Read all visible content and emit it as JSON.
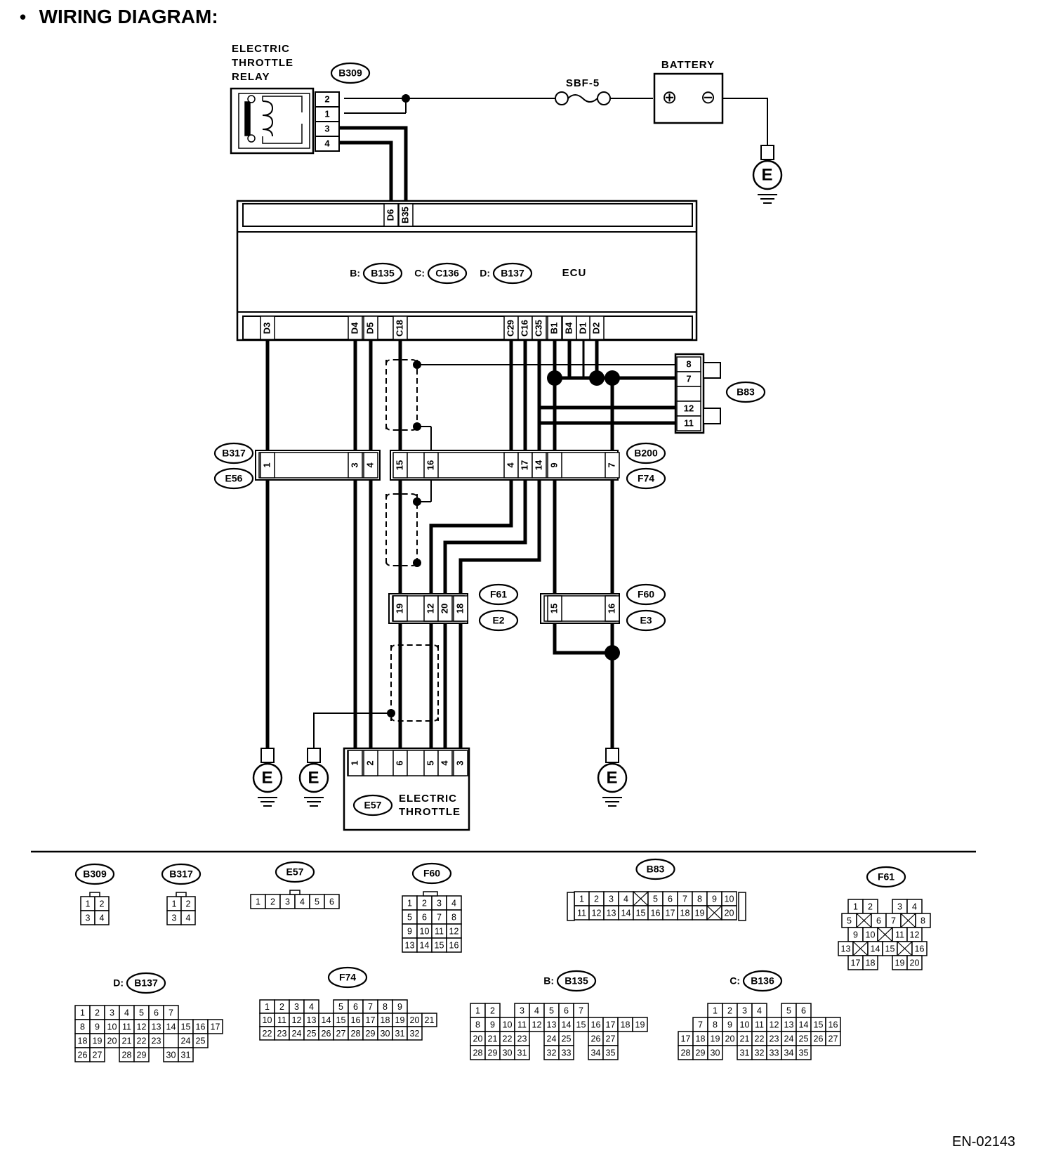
{
  "title": "WIRING DIAGRAM:",
  "doc_id": "EN-02143",
  "components": {
    "relay": {
      "label": [
        "ELECTRIC",
        "THROTTLE",
        "RELAY"
      ],
      "connector": "B309",
      "pins": [
        "2",
        "1",
        "3",
        "4"
      ]
    },
    "fuse": {
      "label": "SBF-5"
    },
    "battery": {
      "label": "BATTERY",
      "plus": "⊕",
      "minus": "⊖"
    },
    "ecu": {
      "label": "ECU",
      "connectors": [
        {
          "prefix": "B:",
          "name": "B135"
        },
        {
          "prefix": "C:",
          "name": "C136"
        },
        {
          "prefix": "D:",
          "name": "B137"
        }
      ],
      "top_pins": [
        "D6",
        "B35"
      ],
      "bottom_pins": [
        "D3",
        "D4",
        "D5",
        "C18",
        "C29",
        "C16",
        "C35",
        "B1",
        "B4",
        "D1",
        "D2"
      ]
    },
    "b83": {
      "name": "B83",
      "pins": [
        "8",
        "7",
        "",
        "12",
        "11"
      ]
    },
    "b317": {
      "names": [
        "B317",
        "E56"
      ],
      "pins": [
        "1",
        "3",
        "4"
      ]
    },
    "b200": {
      "names": [
        "B200",
        "F74"
      ],
      "pins": [
        "15",
        "16",
        "4",
        "17",
        "14",
        "9",
        "7"
      ]
    },
    "f61": {
      "names": [
        "F61",
        "E2"
      ],
      "pins": [
        "19",
        "12",
        "20",
        "18"
      ]
    },
    "f60": {
      "names": [
        "F60",
        "E3"
      ],
      "pins": [
        "15",
        "16"
      ]
    },
    "throttle": {
      "name": "E57",
      "label": [
        "ELECTRIC",
        "THROTTLE"
      ],
      "pins": [
        "1",
        "2",
        "6",
        "5",
        "4",
        "3"
      ]
    },
    "ground": "E"
  },
  "connector_views": {
    "b309": {
      "name": "B309",
      "rows": [
        [
          "1",
          "2"
        ],
        [
          "3",
          "4"
        ]
      ]
    },
    "b317": {
      "name": "B317",
      "rows": [
        [
          "1",
          "2"
        ],
        [
          "3",
          "4"
        ]
      ]
    },
    "e57": {
      "name": "E57",
      "rows": [
        [
          "1",
          "2",
          "3",
          "4",
          "5",
          "6"
        ]
      ]
    },
    "f60": {
      "name": "F60",
      "rows": [
        [
          "1",
          "2",
          "3",
          "4"
        ],
        [
          "5",
          "6",
          "7",
          "8"
        ],
        [
          "9",
          "10",
          "11",
          "12"
        ],
        [
          "13",
          "14",
          "15",
          "16"
        ]
      ]
    },
    "b83": {
      "name": "B83",
      "rows": [
        [
          "1",
          "2",
          "3",
          "4",
          "X",
          "5",
          "6",
          "7",
          "8",
          "9",
          "10"
        ],
        [
          "11",
          "12",
          "13",
          "14",
          "15",
          "16",
          "17",
          "18",
          "19",
          "X",
          "20"
        ]
      ]
    },
    "f61": {
      "name": "F61",
      "rows": [
        [
          "1",
          "2",
          "",
          "3",
          "4"
        ],
        [
          "5",
          "X",
          "6",
          "7",
          "X",
          "8"
        ],
        [
          "9",
          "10",
          "X",
          "11",
          "12"
        ],
        [
          "13",
          "X",
          "14",
          "15",
          "X",
          "16"
        ],
        [
          "17",
          "18",
          "",
          "19",
          "20"
        ]
      ]
    },
    "b137": {
      "prefix": "D:",
      "name": "B137",
      "rows": [
        [
          "1",
          "2",
          "3",
          "4",
          "5",
          "6",
          "7"
        ],
        [
          "8",
          "9",
          "10",
          "11",
          "12",
          "13",
          "14",
          "15",
          "16",
          "17"
        ],
        [
          "18",
          "19",
          "20",
          "21",
          "22",
          "23",
          "",
          "24",
          "25"
        ],
        [
          "26",
          "27",
          "",
          "28",
          "29",
          "",
          "30",
          "31"
        ]
      ]
    },
    "f74": {
      "name": "F74",
      "rows": [
        [
          "1",
          "2",
          "3",
          "4",
          "",
          "5",
          "6",
          "7",
          "8",
          "9"
        ],
        [
          "10",
          "11",
          "12",
          "13",
          "14",
          "15",
          "16",
          "17",
          "18",
          "19",
          "20",
          "21"
        ],
        [
          "22",
          "23",
          "24",
          "25",
          "26",
          "27",
          "28",
          "29",
          "30",
          "31",
          "32"
        ]
      ]
    },
    "b135": {
      "prefix": "B:",
      "name": "B135",
      "rows": [
        [
          "1",
          "2",
          "",
          "3",
          "4",
          "5",
          "6",
          "7"
        ],
        [
          "8",
          "9",
          "10",
          "11",
          "12",
          "13",
          "14",
          "15",
          "16",
          "17",
          "18",
          "19"
        ],
        [
          "20",
          "21",
          "22",
          "23",
          "",
          "24",
          "25",
          "",
          "26",
          "27"
        ],
        [
          "28",
          "29",
          "30",
          "31",
          "",
          "32",
          "33",
          "",
          "34",
          "35"
        ]
      ]
    },
    "b136": {
      "prefix": "C:",
      "name": "B136",
      "rows": [
        [
          "1",
          "2",
          "3",
          "4",
          "",
          "5",
          "6"
        ],
        [
          "7",
          "8",
          "9",
          "10",
          "11",
          "12",
          "13",
          "14",
          "15",
          "16"
        ],
        [
          "17",
          "18",
          "19",
          "20",
          "21",
          "22",
          "23",
          "24",
          "25",
          "26",
          "27"
        ],
        [
          "28",
          "29",
          "30",
          "",
          "31",
          "32",
          "33",
          "34",
          "35"
        ]
      ]
    }
  }
}
